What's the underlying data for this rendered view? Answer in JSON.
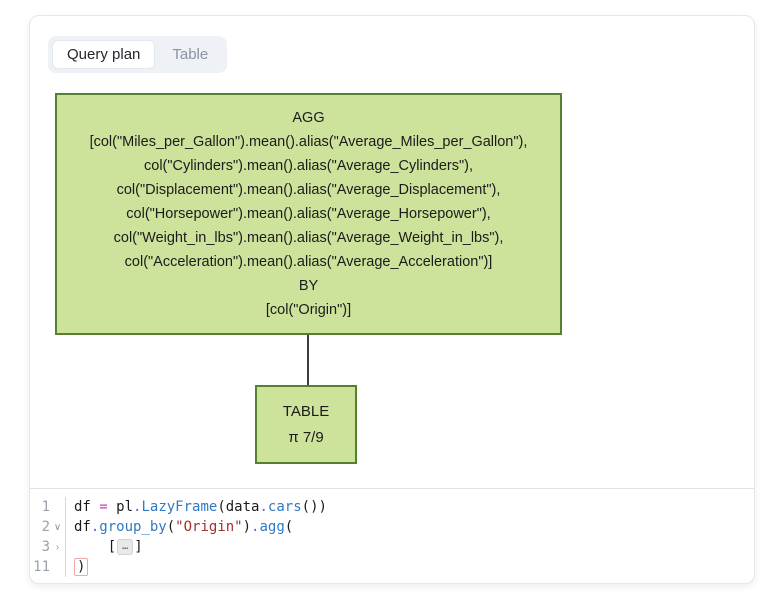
{
  "tabs": [
    {
      "label": "Query plan",
      "active": true
    },
    {
      "label": "Table",
      "active": false
    }
  ],
  "diagram": {
    "agg_node": {
      "lines": [
        "AGG",
        "[col(\"Miles_per_Gallon\").mean().alias(\"Average_Miles_per_Gallon\"),",
        "col(\"Cylinders\").mean().alias(\"Average_Cylinders\"),",
        "col(\"Displacement\").mean().alias(\"Average_Displacement\"),",
        "col(\"Horsepower\").mean().alias(\"Average_Horsepower\"),",
        "col(\"Weight_in_lbs\").mean().alias(\"Average_Weight_in_lbs\"),",
        "col(\"Acceleration\").mean().alias(\"Average_Acceleration\")]",
        "BY",
        "[col(\"Origin\")]"
      ]
    },
    "table_node": {
      "lines": [
        "TABLE",
        "π 7/9"
      ]
    }
  },
  "editor": {
    "fold_placeholder": "…",
    "lines": [
      {
        "number": "1",
        "fold": "",
        "tokens": [
          {
            "t": "df "
          },
          {
            "t": "="
          },
          {
            "t": " pl"
          },
          {
            "t": "."
          },
          {
            "t": "LazyFrame"
          },
          {
            "t": "(data"
          },
          {
            "t": "."
          },
          {
            "t": "cars"
          },
          {
            "t": "())"
          }
        ]
      },
      {
        "number": "2",
        "fold": "∨",
        "tokens": [
          {
            "t": "df"
          },
          {
            "t": "."
          },
          {
            "t": "group_by"
          },
          {
            "t": "("
          },
          {
            "t": "\"Origin\""
          },
          {
            "t": ")"
          },
          {
            "t": "."
          },
          {
            "t": "agg"
          },
          {
            "t": "("
          }
        ]
      },
      {
        "number": "3",
        "fold": "›",
        "tokens": [
          {
            "t": "    ["
          },
          {
            "t": "…"
          },
          {
            "t": "]"
          }
        ]
      },
      {
        "number": "11",
        "fold": "",
        "tokens": [
          {
            "t": ")"
          }
        ]
      }
    ]
  },
  "colors": {
    "node_fill": "#cde29a",
    "node_border": "#55812e",
    "tab_bar_bg": "#eef1f6",
    "active_tab_bg": "#ffffff",
    "inactive_tab_text": "#8a93a2",
    "code_function": "#2e7bc4",
    "code_operator": "#c63cc6",
    "code_dot": "#7b55cf",
    "code_string": "#a43030",
    "line_number": "#9aa1ab",
    "match_bracket_border": "#f0a9a9",
    "connector": "#3c3c3c"
  }
}
